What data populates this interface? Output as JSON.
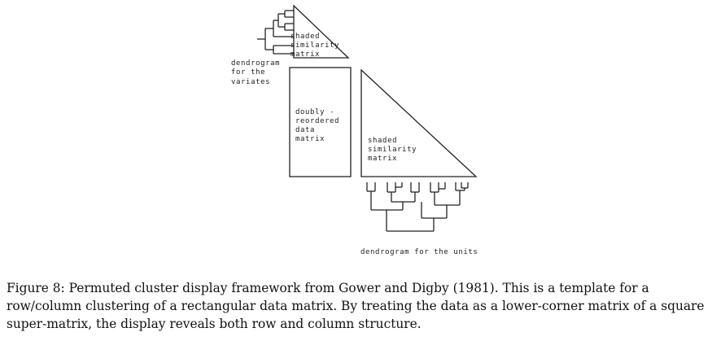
{
  "figure": {
    "labels": {
      "top_triangle_line1": "shaded",
      "top_triangle_line2": "similarity",
      "top_triangle_line3": "matrix",
      "variates_dendrogram_line1": "dendrogram",
      "variates_dendrogram_line2": "for the",
      "variates_dendrogram_line3": "variates",
      "data_matrix_line1": "doubly -",
      "data_matrix_line2": "reordered",
      "data_matrix_line3": "data",
      "data_matrix_line4": "matrix",
      "big_triangle_line1": "shaded",
      "big_triangle_line2": "similarity",
      "big_triangle_line3": "matrix",
      "units_dendrogram": "dendrogram for the units"
    }
  },
  "caption": {
    "text": "Figure 8: Permuted cluster display framework from Gower and Digby (1981).  This is a template for a row/column clustering of a rectangular data matrix.  By treating the data as a lower-corner matrix of a square super-matrix, the display reveals both row and column structure."
  }
}
